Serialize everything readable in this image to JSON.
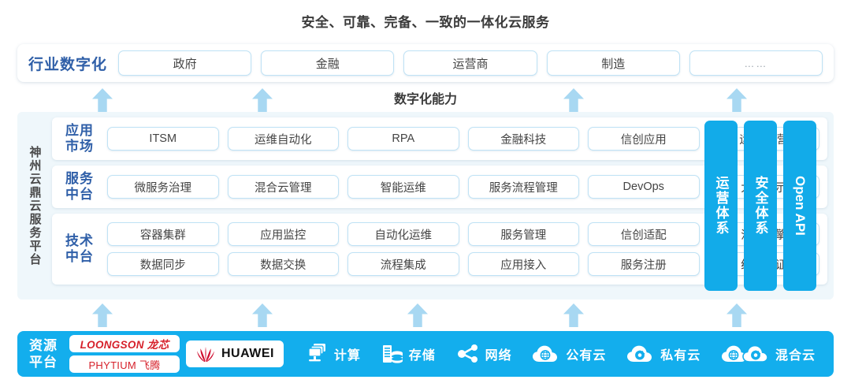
{
  "title": "安全、可靠、完备、一致的一体化云服务",
  "industry": {
    "label": "行业数字化",
    "items": [
      "政府",
      "金融",
      "运营商",
      "制造",
      "……"
    ]
  },
  "capability_caption": "数字化能力",
  "platform": {
    "label": "神州云鼎云服务平台",
    "layers": [
      {
        "label_line1": "应用",
        "label_line2": "市场",
        "rows": [
          [
            "ITSM",
            "运维自动化",
            "RPA",
            "金融科技",
            "信创应用",
            "运维/运营"
          ]
        ]
      },
      {
        "label_line1": "服务",
        "label_line2": "中台",
        "rows": [
          [
            "微服务治理",
            "混合云管理",
            "智能运维",
            "服务流程管理",
            "DevOps",
            "大屏展示"
          ]
        ]
      },
      {
        "label_line1": "技术",
        "label_line2": "中台",
        "rows": [
          [
            "容器集群",
            "应用监控",
            "自动化运维",
            "服务管理",
            "信创适配",
            "流程引擎"
          ],
          [
            "数据同步",
            "数据交换",
            "流程集成",
            "应用接入",
            "服务注册",
            "统一认证"
          ]
        ]
      }
    ],
    "vertical_bars": [
      "运营体系",
      "安全体系",
      "Open API"
    ]
  },
  "resource": {
    "label_line1": "资源",
    "label_line2": "平台",
    "cpu_logos": [
      "LOONGSON 龙芯",
      "PHYTIUM 飞腾"
    ],
    "vendor_logo": "HUAWEI",
    "items": [
      {
        "icon": "compute-icon",
        "label": "计算"
      },
      {
        "icon": "storage-icon",
        "label": "存储"
      },
      {
        "icon": "network-icon",
        "label": "网络"
      },
      {
        "icon": "public-cloud-icon",
        "label": "公有云"
      },
      {
        "icon": "private-cloud-icon",
        "label": "私有云"
      },
      {
        "icon": "hybrid-cloud-icon",
        "label": "混合云"
      }
    ]
  },
  "colors": {
    "brand_blue": "#13aeed",
    "arrow_blue": "#a8d8f2",
    "label_blue": "#2f5fa8",
    "panel_bg": "#eff7fb",
    "chip_border": "#bfe2f5",
    "logo_red": "#d6202a"
  },
  "arrows": {
    "top_row_x": [
      130,
      333,
      728,
      935
    ],
    "bottom_row_x": [
      130,
      333,
      530,
      728,
      935
    ]
  }
}
